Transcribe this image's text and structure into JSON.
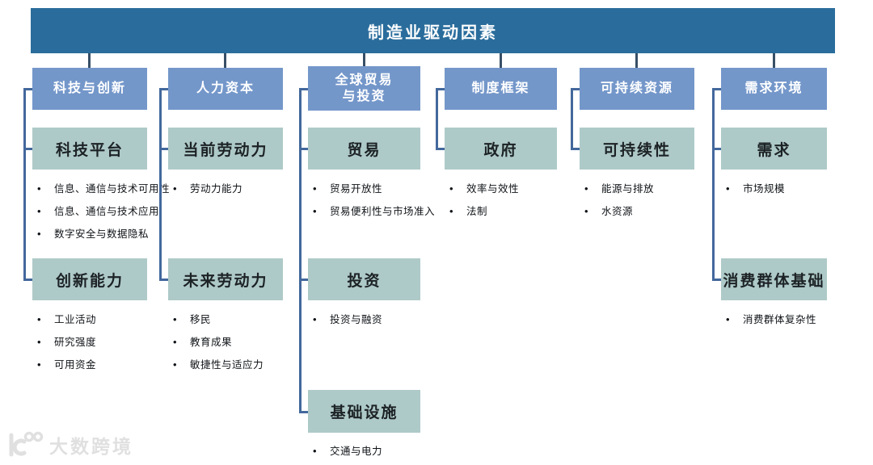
{
  "root": {
    "title": "制造业驱动因素"
  },
  "colors": {
    "banner_bg": "#2a6d9c",
    "header_bg": "#7497ca",
    "subbox_bg": "#aecac8",
    "connector": "#43689c",
    "bullet_text": "#0f1317"
  },
  "columns": [
    {
      "header": "科技与创新",
      "groups": [
        {
          "title": "科技平台",
          "items": [
            "信息、通信与技术可用性",
            "信息、通信与技术应用",
            "数字安全与数据隐私"
          ]
        },
        {
          "title": "创新能力",
          "items": [
            "工业活动",
            "研究强度",
            "可用资金"
          ]
        }
      ]
    },
    {
      "header": "人力资本",
      "groups": [
        {
          "title": "当前劳动力",
          "items": [
            "劳动力能力"
          ]
        },
        {
          "title": "未来劳动力",
          "items": [
            "移民",
            "教育成果",
            "敏捷性与适应力"
          ]
        }
      ]
    },
    {
      "header": "全球贸易\n与投资",
      "groups": [
        {
          "title": "贸易",
          "items": [
            "贸易开放性",
            "贸易便利性与市场准入"
          ]
        },
        {
          "title": "投资",
          "items": [
            "投资与融资"
          ]
        },
        {
          "title": "基础设施",
          "items": [
            "交通与电力"
          ]
        }
      ]
    },
    {
      "header": "制度框架",
      "groups": [
        {
          "title": "政府",
          "items": [
            "效率与效性",
            "法制"
          ]
        }
      ]
    },
    {
      "header": "可持续资源",
      "groups": [
        {
          "title": "可持续性",
          "items": [
            "能源与排放",
            "水资源"
          ]
        }
      ]
    },
    {
      "header": "需求环境",
      "groups": [
        {
          "title": "需求",
          "items": [
            "市场规模"
          ]
        },
        {
          "title": "消费群体基础",
          "items": [
            "消费群体复杂性"
          ]
        }
      ]
    }
  ],
  "watermark": {
    "text": "大数跨境"
  }
}
